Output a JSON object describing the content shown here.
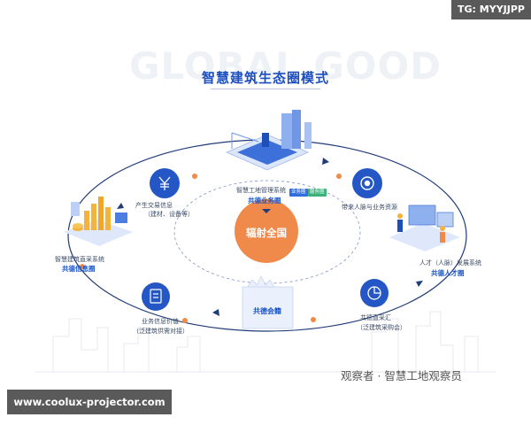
{
  "corner_tag": "TG: MYYJJPP",
  "footer_tag": "www.coolux-projector.com",
  "background_text": "GLOBAL GOOD",
  "title": "智慧建筑生态圈模式",
  "center": "辐射全国",
  "hub": "共德会籍",
  "source": "观察者 · 智慧工地观察员",
  "top_node": {
    "label": "智慧工地管理系统",
    "circle": "共德业务圈",
    "badges": [
      "业务圈",
      "服务圈"
    ]
  },
  "nodes": {
    "left_top": {
      "line1": "产生交易信息",
      "line2": "（建材、设备等）"
    },
    "left_mid": {
      "label": "智慧建筑直采系统",
      "circle": "共德信息圈"
    },
    "left_bottom": {
      "line1": "业务信息价值",
      "line2": "（泛建筑供需对接）"
    },
    "right_top": {
      "label": "带来人脉与业务资源"
    },
    "right_mid": {
      "label": "人才（人脉）发展系统",
      "circle": "共德人才圈"
    },
    "right_bottom": {
      "line1": "共德直采汇",
      "line2": "（泛建筑采购会）"
    }
  },
  "icons": {
    "left_top": "yuan-currency-icon",
    "left_bottom": "document-checklist-icon",
    "right_top": "refresh-cycle-icon",
    "right_bottom": "pie-chart-icon"
  },
  "colors": {
    "primary_blue": "#1d4fbf",
    "orange": "#f08a4b",
    "badge_blue": "#2f6fe0",
    "badge_green": "#3bb27a"
  }
}
